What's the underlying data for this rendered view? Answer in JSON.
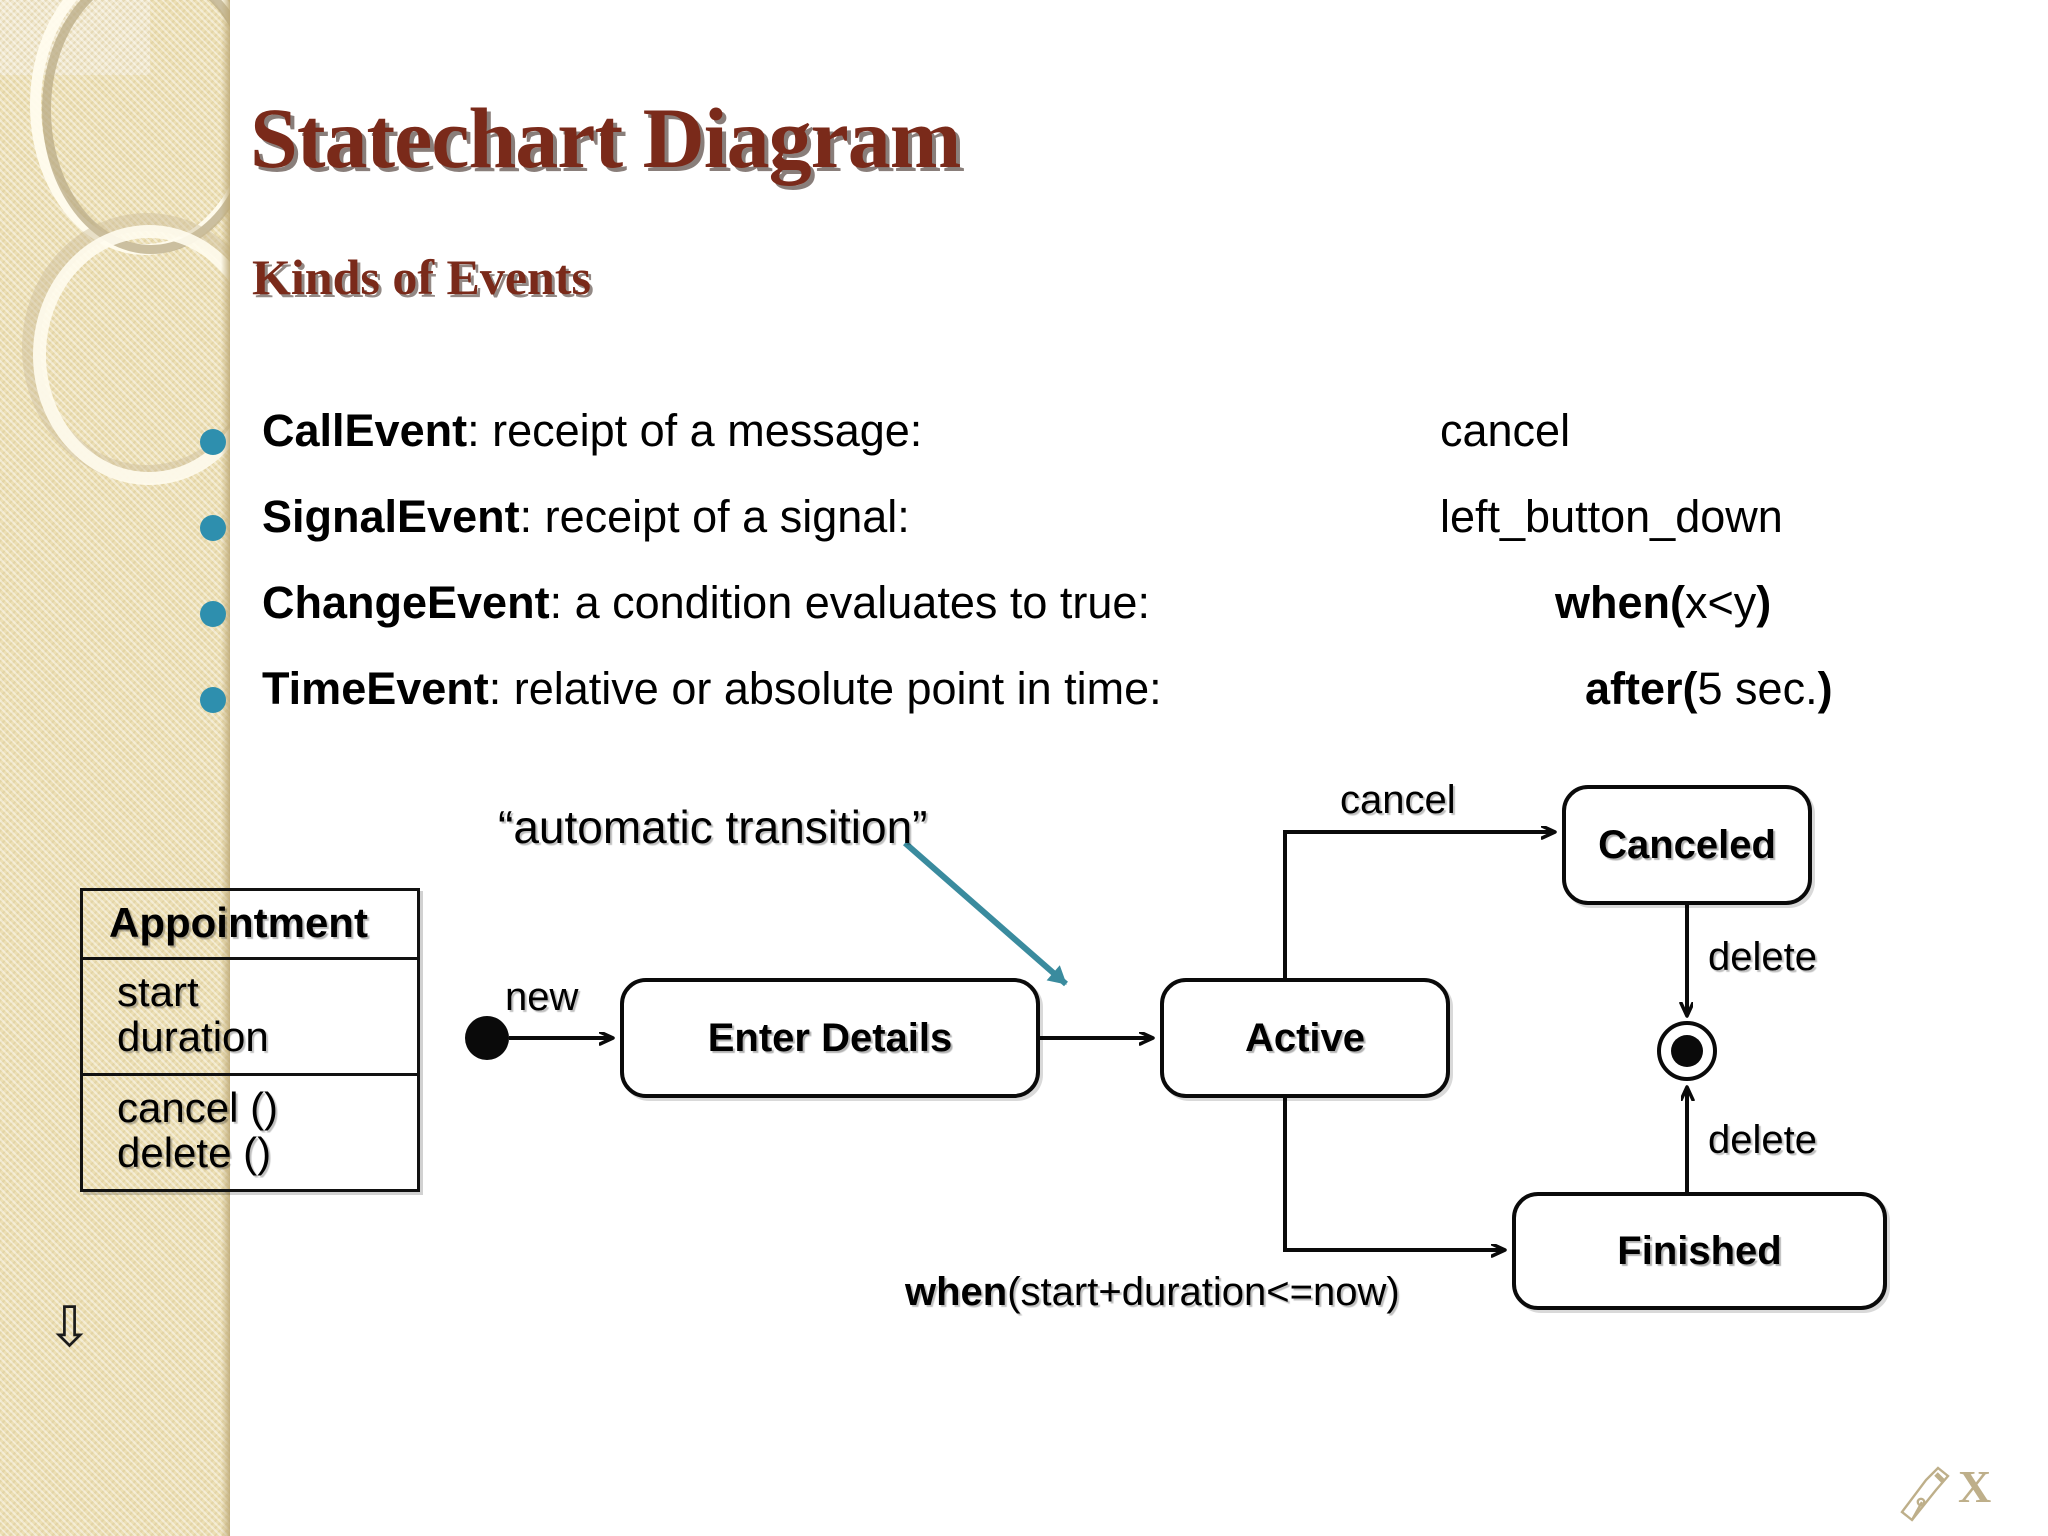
{
  "slide": {
    "title": "Statechart Diagram",
    "subtitle": "Kinds of Events",
    "title_color": "#7a2a1a",
    "bullet_color": "#2e8fae",
    "annotation_color": "#3a8b9e",
    "sidebar_color": "#ecdfb4"
  },
  "bullets": [
    {
      "term": "CallEvent",
      "desc": ": receipt of a message:",
      "value_plain": "cancel",
      "value_bold_open": "",
      "value_mid": "",
      "value_bold_close": ""
    },
    {
      "term": "SignalEvent",
      "desc": ": receipt of a signal:",
      "value_plain": "left_button_down",
      "value_bold_open": "",
      "value_mid": "",
      "value_bold_close": ""
    },
    {
      "term": "ChangeEvent",
      "desc": ": a condition evaluates to true:",
      "value_plain": "",
      "value_bold_open": "when(",
      "value_mid": "x<y",
      "value_bold_close": ")"
    },
    {
      "term": "TimeEvent",
      "desc": ": relative or absolute point in time:",
      "value_plain": "",
      "value_bold_open": "after(",
      "value_mid": "5 sec.",
      "value_bold_close": ")"
    }
  ],
  "class_box": {
    "name": "Appointment",
    "attributes": [
      "start",
      "duration"
    ],
    "operations": [
      "cancel ()",
      "delete ()"
    ]
  },
  "statechart": {
    "annotation": "“automatic transition”",
    "states": [
      {
        "id": "enter-details",
        "label": "Enter Details"
      },
      {
        "id": "active",
        "label": "Active"
      },
      {
        "id": "canceled",
        "label": "Canceled"
      },
      {
        "id": "finished",
        "label": "Finished"
      }
    ],
    "initial_state_icon": "filled-circle",
    "final_state_icon": "bullseye-circle",
    "transitions": [
      {
        "from": "initial",
        "to": "enter-details",
        "label": "new"
      },
      {
        "from": "enter-details",
        "to": "active",
        "label": ""
      },
      {
        "from": "active",
        "to": "canceled",
        "label": "cancel"
      },
      {
        "from": "canceled",
        "to": "final",
        "label": "delete"
      },
      {
        "from": "finished",
        "to": "final",
        "label": "delete"
      },
      {
        "from": "active",
        "to": "finished",
        "label_bold": "when",
        "label_plain": "(start+duration<=now)"
      }
    ]
  },
  "footer": {
    "scroll_hint_icon": "down-arrow-icon",
    "watermark_icon": "pen-nib-icon",
    "watermark_text": "X"
  }
}
